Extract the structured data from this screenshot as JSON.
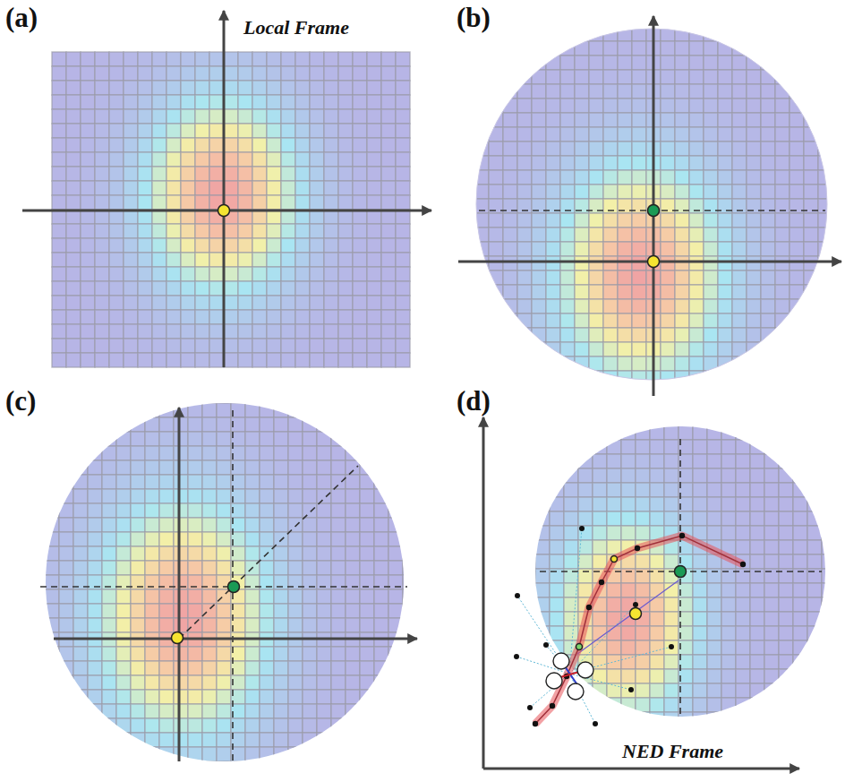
{
  "diagram": {
    "labels": [
      "(a)",
      "Local Frame",
      "(b)",
      "(c)",
      "(d)",
      "NED Frame"
    ]
  }
}
